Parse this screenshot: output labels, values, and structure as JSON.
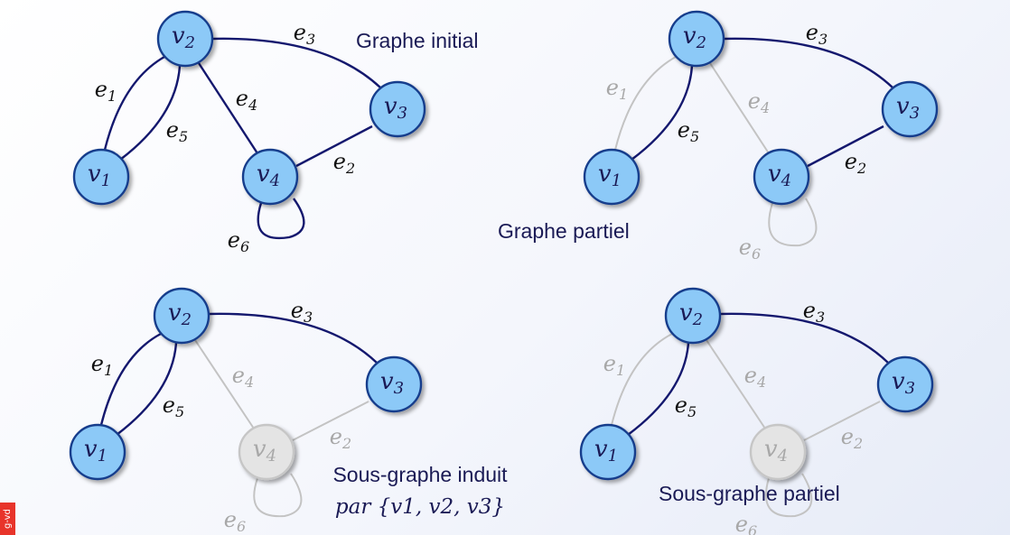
{
  "panels": [
    {
      "id": "initial",
      "caption": [
        "Graphe initial"
      ],
      "nodes": [
        {
          "id": "v1",
          "label": "v",
          "sub": "1",
          "state": "active"
        },
        {
          "id": "v2",
          "label": "v",
          "sub": "2",
          "state": "active"
        },
        {
          "id": "v3",
          "label": "v",
          "sub": "3",
          "state": "active"
        },
        {
          "id": "v4",
          "label": "v",
          "sub": "4",
          "state": "active"
        }
      ],
      "edges": [
        {
          "id": "e1",
          "label": "e",
          "sub": "1",
          "state": "active"
        },
        {
          "id": "e2",
          "label": "e",
          "sub": "2",
          "state": "active"
        },
        {
          "id": "e3",
          "label": "e",
          "sub": "3",
          "state": "active"
        },
        {
          "id": "e4",
          "label": "e",
          "sub": "4",
          "state": "active"
        },
        {
          "id": "e5",
          "label": "e",
          "sub": "5",
          "state": "active"
        },
        {
          "id": "e6",
          "label": "e",
          "sub": "6",
          "state": "active"
        }
      ]
    },
    {
      "id": "partiel",
      "caption": [
        "Graphe partiel"
      ],
      "nodes": [
        {
          "id": "v1",
          "label": "v",
          "sub": "1",
          "state": "active"
        },
        {
          "id": "v2",
          "label": "v",
          "sub": "2",
          "state": "active"
        },
        {
          "id": "v3",
          "label": "v",
          "sub": "3",
          "state": "active"
        },
        {
          "id": "v4",
          "label": "v",
          "sub": "4",
          "state": "active"
        }
      ],
      "edges": [
        {
          "id": "e1",
          "label": "e",
          "sub": "1",
          "state": "faded"
        },
        {
          "id": "e2",
          "label": "e",
          "sub": "2",
          "state": "active"
        },
        {
          "id": "e3",
          "label": "e",
          "sub": "3",
          "state": "active"
        },
        {
          "id": "e4",
          "label": "e",
          "sub": "4",
          "state": "faded"
        },
        {
          "id": "e5",
          "label": "e",
          "sub": "5",
          "state": "active"
        },
        {
          "id": "e6",
          "label": "e",
          "sub": "6",
          "state": "faded"
        }
      ]
    },
    {
      "id": "induit",
      "caption": [
        "Sous-graphe induit",
        "par {v1, v2, v3}"
      ],
      "nodes": [
        {
          "id": "v1",
          "label": "v",
          "sub": "1",
          "state": "active"
        },
        {
          "id": "v2",
          "label": "v",
          "sub": "2",
          "state": "active"
        },
        {
          "id": "v3",
          "label": "v",
          "sub": "3",
          "state": "active"
        },
        {
          "id": "v4",
          "label": "v",
          "sub": "4",
          "state": "faded"
        }
      ],
      "edges": [
        {
          "id": "e1",
          "label": "e",
          "sub": "1",
          "state": "active"
        },
        {
          "id": "e2",
          "label": "e",
          "sub": "2",
          "state": "faded"
        },
        {
          "id": "e3",
          "label": "e",
          "sub": "3",
          "state": "active"
        },
        {
          "id": "e4",
          "label": "e",
          "sub": "4",
          "state": "faded"
        },
        {
          "id": "e5",
          "label": "e",
          "sub": "5",
          "state": "active"
        },
        {
          "id": "e6",
          "label": "e",
          "sub": "6",
          "state": "faded"
        }
      ]
    },
    {
      "id": "sous-partiel",
      "caption": [
        "Sous-graphe partiel"
      ],
      "nodes": [
        {
          "id": "v1",
          "label": "v",
          "sub": "1",
          "state": "active"
        },
        {
          "id": "v2",
          "label": "v",
          "sub": "2",
          "state": "active"
        },
        {
          "id": "v3",
          "label": "v",
          "sub": "3",
          "state": "active"
        },
        {
          "id": "v4",
          "label": "v",
          "sub": "4",
          "state": "faded"
        }
      ],
      "edges": [
        {
          "id": "e1",
          "label": "e",
          "sub": "1",
          "state": "faded"
        },
        {
          "id": "e2",
          "label": "e",
          "sub": "2",
          "state": "faded"
        },
        {
          "id": "e3",
          "label": "e",
          "sub": "3",
          "state": "active"
        },
        {
          "id": "e4",
          "label": "e",
          "sub": "4",
          "state": "faded"
        },
        {
          "id": "e5",
          "label": "e",
          "sub": "5",
          "state": "active"
        },
        {
          "id": "e6",
          "label": "e",
          "sub": "6",
          "state": "faded"
        }
      ]
    }
  ],
  "sidebar_tag": "g-vd",
  "colors": {
    "active_edge": "#14186e",
    "faded_edge": "#c3c3c3",
    "node_fill": "#8cc9f7",
    "node_stroke": "#163e8c",
    "node_text": "#1a1a55",
    "faded_node_fill": "#e4e4e4",
    "faded_node_stroke": "#c6c6c6",
    "faded_text": "#a8a8a8",
    "edge_label": "#111111"
  }
}
